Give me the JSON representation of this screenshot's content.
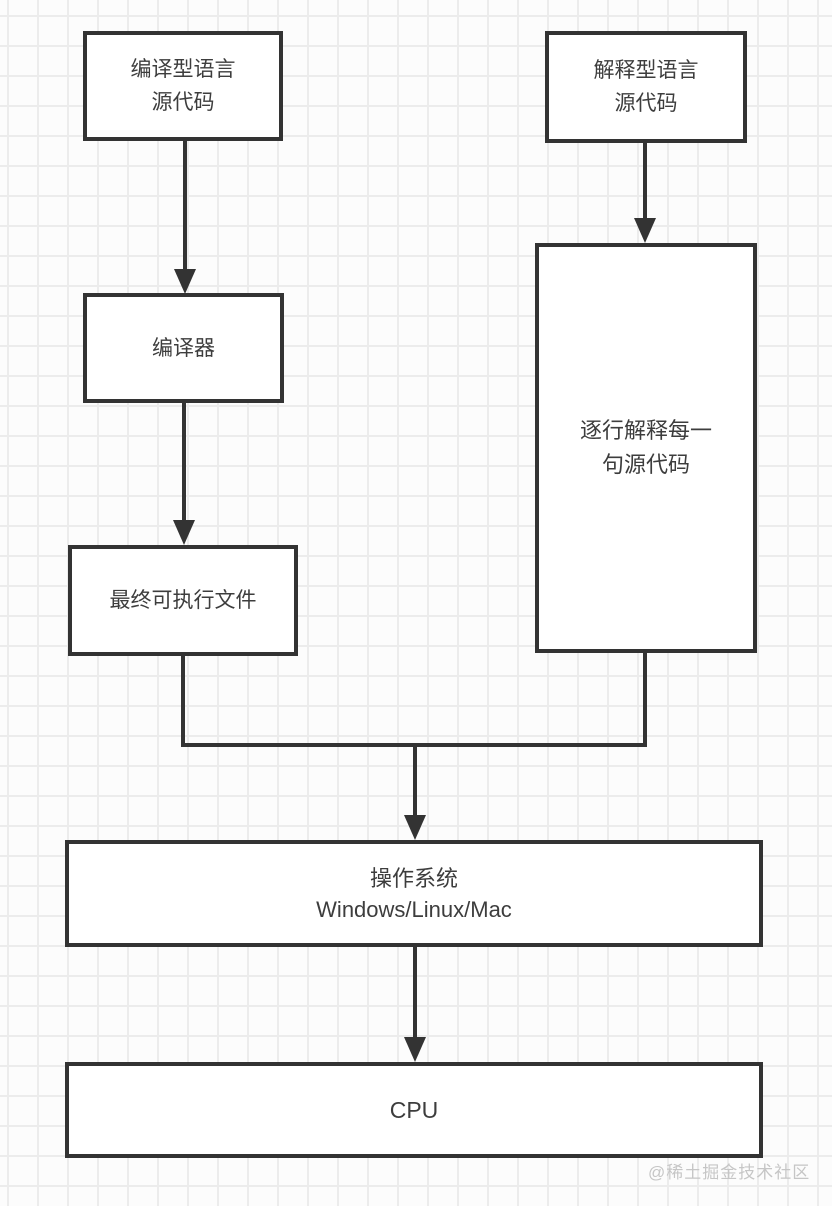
{
  "diagram": {
    "nodes": {
      "compiled_source": {
        "line1": "编译型语言",
        "line2": "源代码"
      },
      "interpreted_source": {
        "line1": "解释型语言",
        "line2": "源代码"
      },
      "compiler": {
        "label": "编译器"
      },
      "executable": {
        "label": "最终可执行文件"
      },
      "interpret_lines": {
        "line1": "逐行解释每一",
        "line2": "句源代码"
      },
      "os": {
        "line1": "操作系统",
        "line2": "Windows/Linux/Mac"
      },
      "cpu": {
        "label": "CPU"
      }
    },
    "edges": [
      {
        "from": "compiled_source",
        "to": "compiler"
      },
      {
        "from": "compiler",
        "to": "executable"
      },
      {
        "from": "interpreted_source",
        "to": "interpret_lines"
      },
      {
        "from": "executable",
        "to": "os"
      },
      {
        "from": "interpret_lines",
        "to": "os"
      },
      {
        "from": "os",
        "to": "cpu"
      }
    ],
    "watermark": "@稀土掘金技术社区",
    "colors": {
      "stroke": "#333333",
      "node_fill": "#ffffff",
      "text": "#3d3d3d",
      "grid": "#ececec",
      "background": "#fcfcfc",
      "watermark": "#c6c6c6"
    }
  }
}
